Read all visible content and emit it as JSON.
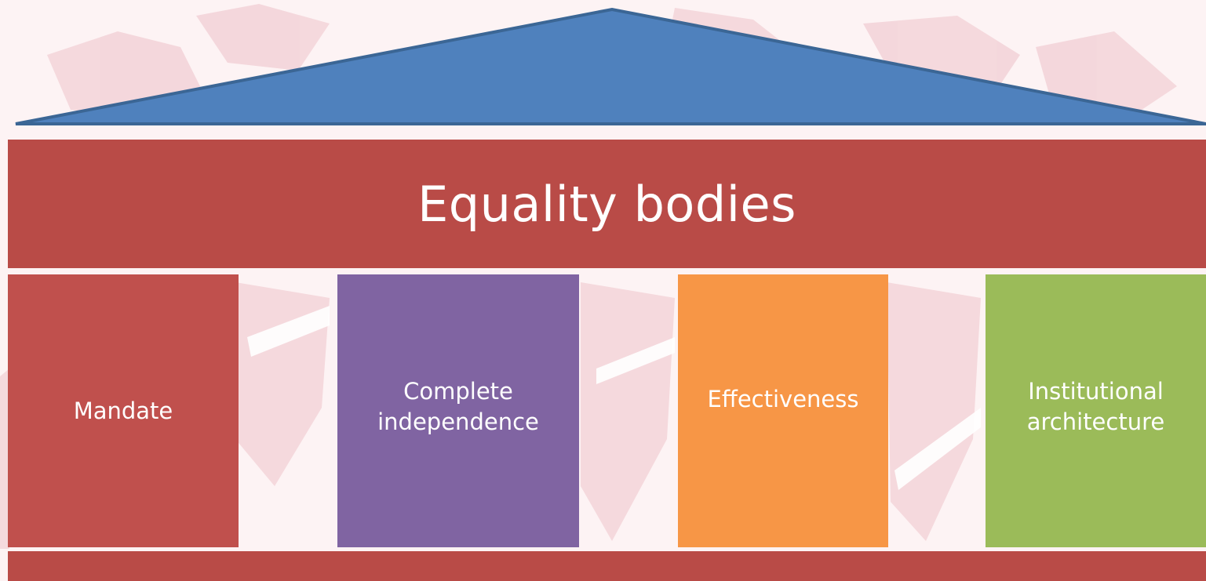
{
  "roof": {
    "color": "#4f81bd",
    "stroke": "#3b6695"
  },
  "beam": {
    "title": "Equality bodies",
    "color": "#b94b47"
  },
  "pillars": [
    {
      "label": "Mandate",
      "color": "#c0504d"
    },
    {
      "label": "Complete\nindependence",
      "color": "#8064a2"
    },
    {
      "label": "Effectiveness",
      "color": "#f79646"
    },
    {
      "label": "Institutional\narchitecture",
      "color": "#9bbb59"
    }
  ],
  "base": {
    "color": "#b94b47"
  },
  "background": {
    "map_tint": "#f2cfd4"
  }
}
